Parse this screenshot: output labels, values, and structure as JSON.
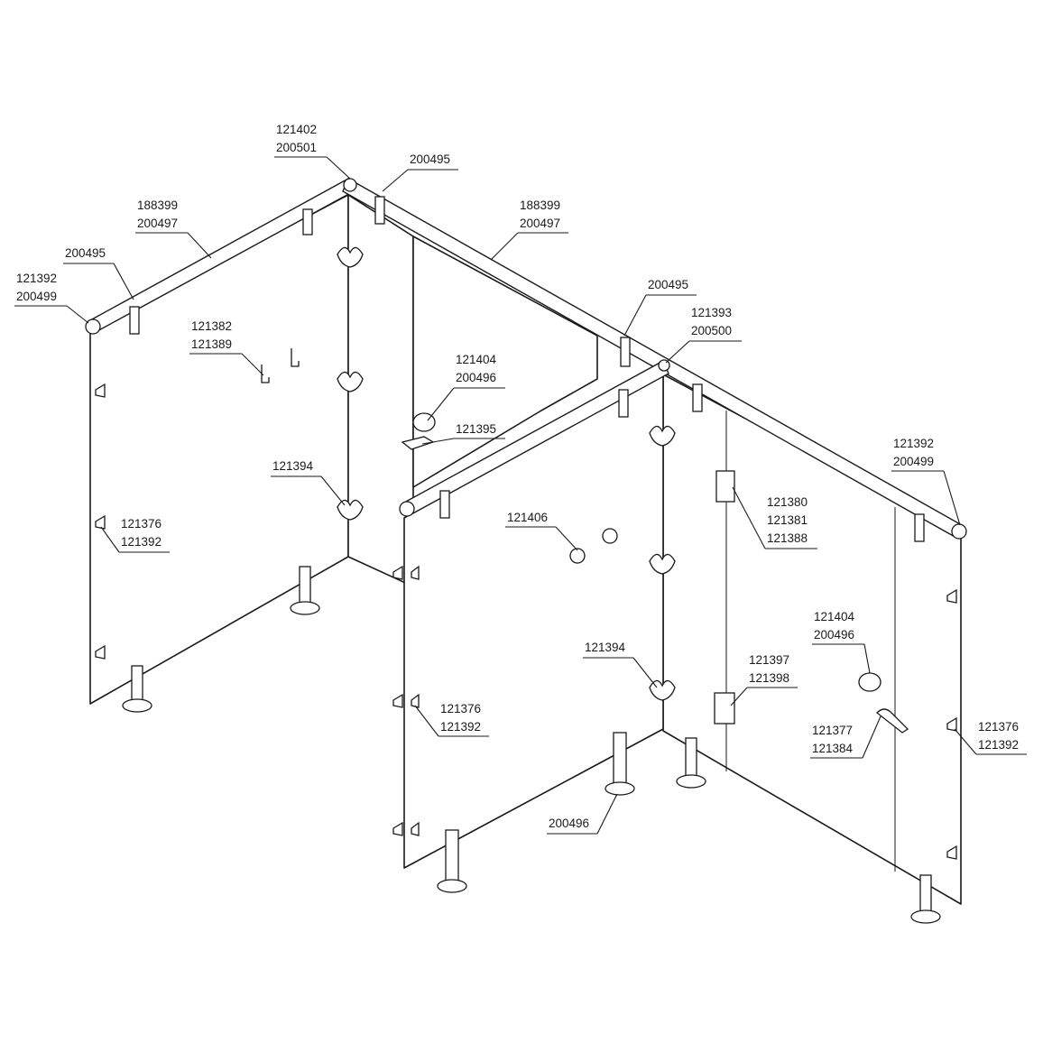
{
  "callouts": [
    {
      "id": "c1",
      "lines": [
        "121402",
        "200501"
      ]
    },
    {
      "id": "c2",
      "lines": [
        "200495"
      ]
    },
    {
      "id": "c3",
      "lines": [
        "188399",
        "200497"
      ]
    },
    {
      "id": "c4",
      "lines": [
        "188399",
        "200497"
      ]
    },
    {
      "id": "c5",
      "lines": [
        "200495"
      ]
    },
    {
      "id": "c6",
      "lines": [
        "121392",
        "200499"
      ]
    },
    {
      "id": "c7",
      "lines": [
        "121382",
        "121389"
      ]
    },
    {
      "id": "c8",
      "lines": [
        "121404",
        "200496"
      ]
    },
    {
      "id": "c9",
      "lines": [
        "121395"
      ]
    },
    {
      "id": "c10",
      "lines": [
        "200495"
      ]
    },
    {
      "id": "c11",
      "lines": [
        "121393",
        "200500"
      ]
    },
    {
      "id": "c12",
      "lines": [
        "121394"
      ]
    },
    {
      "id": "c13",
      "lines": [
        "121376",
        "121392"
      ]
    },
    {
      "id": "c14",
      "lines": [
        "121406"
      ]
    },
    {
      "id": "c15",
      "lines": [
        "121392",
        "200499"
      ]
    },
    {
      "id": "c16",
      "lines": [
        "121380",
        "121381",
        "121388"
      ]
    },
    {
      "id": "c17",
      "lines": [
        "121404",
        "200496"
      ]
    },
    {
      "id": "c18",
      "lines": [
        "121394"
      ]
    },
    {
      "id": "c19",
      "lines": [
        "121397",
        "121398"
      ]
    },
    {
      "id": "c20",
      "lines": [
        "121376",
        "121392"
      ]
    },
    {
      "id": "c21",
      "lines": [
        "121377",
        "121384"
      ]
    },
    {
      "id": "c22",
      "lines": [
        "121376",
        "121392"
      ]
    },
    {
      "id": "c23",
      "lines": [
        "200496"
      ]
    }
  ]
}
